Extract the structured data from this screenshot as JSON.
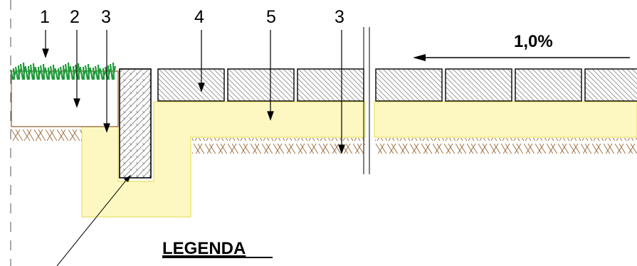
{
  "labels": {
    "n1": "1",
    "n2": "2",
    "n3_left": "3",
    "n4": "4",
    "n5": "5",
    "n3_right": "3"
  },
  "slope": {
    "value": "1,0%",
    "direction": "left"
  },
  "legend": {
    "title": "LEGENDA"
  },
  "colors": {
    "base_layer": "#fdf8c1",
    "base_outline": "#e8e06a",
    "grass": "#1f9a3a",
    "soil_line": "#8b5a2b",
    "hatch": "#777777",
    "outline": "#000000"
  },
  "icons": {
    "grass": "grass-tuft-icon",
    "soil": "soil-hatch-icon",
    "paver": "paver-hatch-icon",
    "curb": "curb-hatch-icon"
  }
}
